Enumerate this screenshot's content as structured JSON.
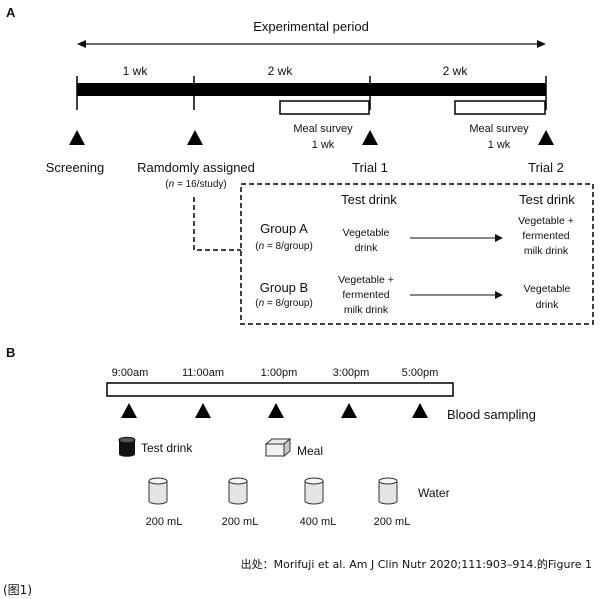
{
  "panel_a": {
    "label": "A",
    "experimental_period": "Experimental period",
    "segments": [
      "1 wk",
      "2 wk",
      "2 wk"
    ],
    "meal_survey_1": {
      "line1": "Meal survey",
      "line2": "1 wk"
    },
    "meal_survey_2": {
      "line1": "Meal survey",
      "line2": "1 wk"
    },
    "milestones": {
      "screening": "Screening",
      "randomly_assigned": "Ramdomly assigned",
      "randomly_assigned_n_italic": "n",
      "randomly_assigned_n_rest": " = 16/study)",
      "randomly_assigned_n_open": "(",
      "trial1": "Trial 1",
      "trial2": "Trial 2"
    },
    "test_drink_header_1": "Test drink",
    "test_drink_header_2": "Test drink",
    "group_a": {
      "name": "Group A",
      "n_open": "(",
      "n_italic": "n",
      "n_rest": " = 8/group)",
      "trial1_line1": "Vegetable",
      "trial1_line2": "drink",
      "trial2_line1": "Vegetable +",
      "trial2_line2": "fermented",
      "trial2_line3": "milk drink"
    },
    "group_b": {
      "name": "Group B",
      "n_open": "(",
      "n_italic": "n",
      "n_rest": " = 8/group)",
      "trial1_line1": "Vegetable +",
      "trial1_line2": "fermented",
      "trial1_line3": "milk drink",
      "trial2_line1": "Vegetable",
      "trial2_line2": "drink"
    }
  },
  "panel_b": {
    "label": "B",
    "times": [
      "9:00am",
      "11:00am",
      "1:00pm",
      "3:00pm",
      "5:00pm"
    ],
    "blood_sampling": "Blood sampling",
    "test_drink": "Test drink",
    "meal": "Meal",
    "water": "Water",
    "water_volumes": [
      "200 mL",
      "200 mL",
      "400 mL",
      "200 mL"
    ]
  },
  "source": "出处：Morifuji et al. Am J Clin Nutr 2020;111:903–914.的Figure 1",
  "figure_caption": "(图1)"
}
